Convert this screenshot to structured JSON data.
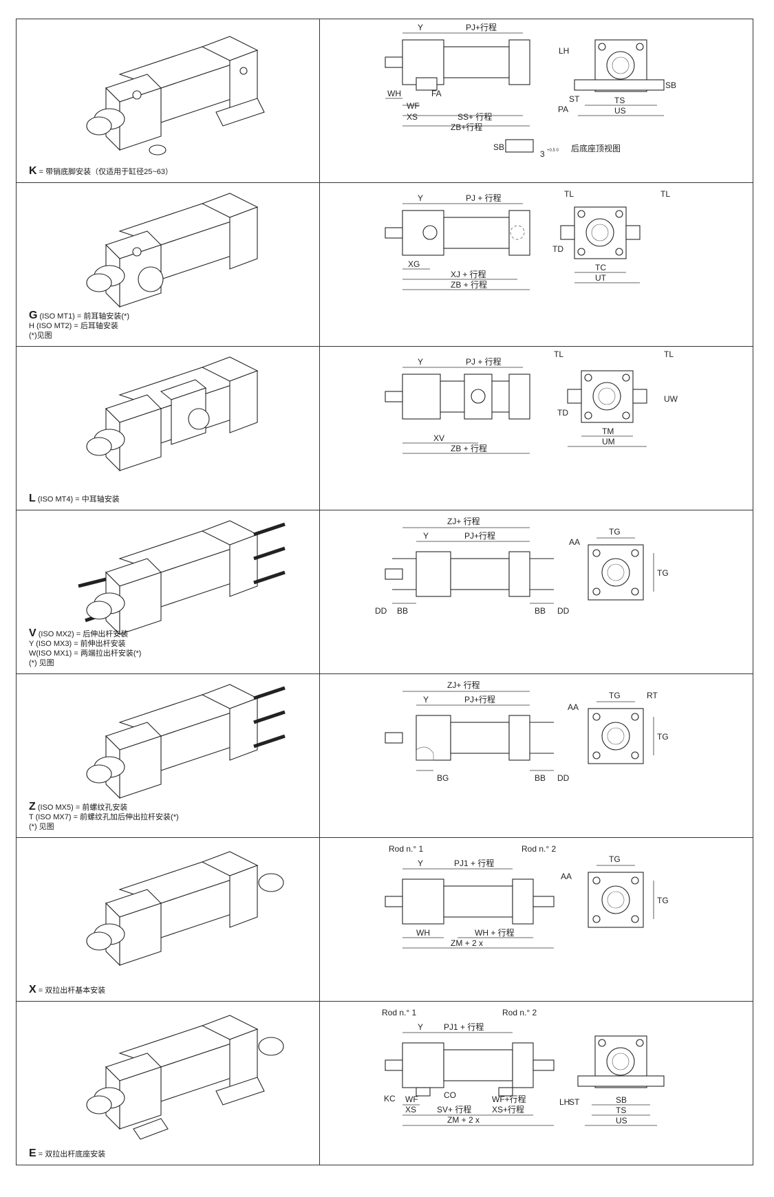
{
  "rows": [
    {
      "code": "K",
      "caption_lines": [
        "= 带销底脚安装（仅适用于缸径25~63）"
      ],
      "dims": {
        "y": "Y",
        "pj": "PJ+行程",
        "wh": "WH",
        "wf": "WF",
        "fa": "FA",
        "xs": "XS",
        "ss": "SS+ 行程",
        "zb": "ZB+行程",
        "lh": "LH",
        "pa": "PA",
        "st": "ST",
        "ts": "TS",
        "us": "US",
        "sb": "SB",
        "sb2": "SB",
        "three": "3",
        "tol": "+0.5 0",
        "top_view": "后底座顶视图"
      }
    },
    {
      "code": "G",
      "caption_lines": [
        "(ISO MT1) = 前耳轴安装(*)",
        "H (ISO MT2) = 后耳轴安装",
        "(*)见图"
      ],
      "dims": {
        "y": "Y",
        "pj": "PJ + 行程",
        "xg": "XG",
        "xj": "XJ + 行程",
        "zb": "ZB + 行程",
        "tl1": "TL",
        "tl2": "TL",
        "td": "TD",
        "tc": "TC",
        "ut": "UT"
      }
    },
    {
      "code": "L",
      "caption_lines": [
        "(ISO MT4) = 中耳轴安装"
      ],
      "dims": {
        "y": "Y",
        "pj": "PJ + 行程",
        "xv": "XV",
        "zb": "ZB + 行程",
        "tl1": "TL",
        "tl2": "TL",
        "td": "TD",
        "uw": "UW",
        "tm": "TM",
        "um": "UM"
      }
    },
    {
      "code": "V",
      "caption_lines": [
        "(ISO MX2) = 后伸出杆安装",
        "Y (ISO MX3) = 前伸出杆安装",
        "W(ISO MX1) = 两端拉出杆安装(*)",
        "(*) 见图"
      ],
      "dims": {
        "zj": "ZJ+ 行程",
        "y": "Y",
        "pj": "PJ+行程",
        "aa": "AA",
        "tg": "TG",
        "tg2": "TG",
        "dd1": "DD",
        "bb1": "BB",
        "bb2": "BB",
        "dd2": "DD"
      }
    },
    {
      "code": "Z",
      "caption_lines": [
        "(ISO MX5) = 前螺纹孔安装",
        "T (ISO MX7) = 前螺纹孔加后伸出拉杆安装(*)",
        "(*) 见图"
      ],
      "dims": {
        "zj": "ZJ+ 行程",
        "y": "Y",
        "pj": "PJ+行程",
        "aa": "AA",
        "tg": "TG",
        "rt": "RT",
        "tg2": "TG",
        "bg": "BG",
        "bb": "BB",
        "dd": "DD"
      }
    },
    {
      "code": "X",
      "caption_lines": [
        "= 双拉出杆基本安装"
      ],
      "dims": {
        "rod1": "Rod n.° 1",
        "rod2": "Rod n.° 2",
        "y": "Y",
        "pj1": "PJ1 + 行程",
        "aa": "AA",
        "tg": "TG",
        "tg2": "TG",
        "wh": "WH",
        "whs": "WH + 行程",
        "zm": "ZM + 2 x"
      }
    },
    {
      "code": "E",
      "caption_lines": [
        "= 双拉出杆底座安装"
      ],
      "dims": {
        "rod1": "Rod n.° 1",
        "rod2": "Rod n.° 2",
        "y": "Y",
        "pj1": "PJ1 + 行程",
        "co": "CO",
        "kc": "KC",
        "wf": "WF",
        "xs": "XS",
        "sv": "SV+ 行程",
        "xss": "XS+行程",
        "wfs": "WF+行程",
        "zm": "ZM + 2 x",
        "lh": "LH",
        "st": "ST",
        "sb": "SB",
        "ts": "TS",
        "us": "US"
      }
    }
  ],
  "row_first_caption_prefix": {
    "1": "G",
    "3": "V",
    "4": "Z"
  }
}
